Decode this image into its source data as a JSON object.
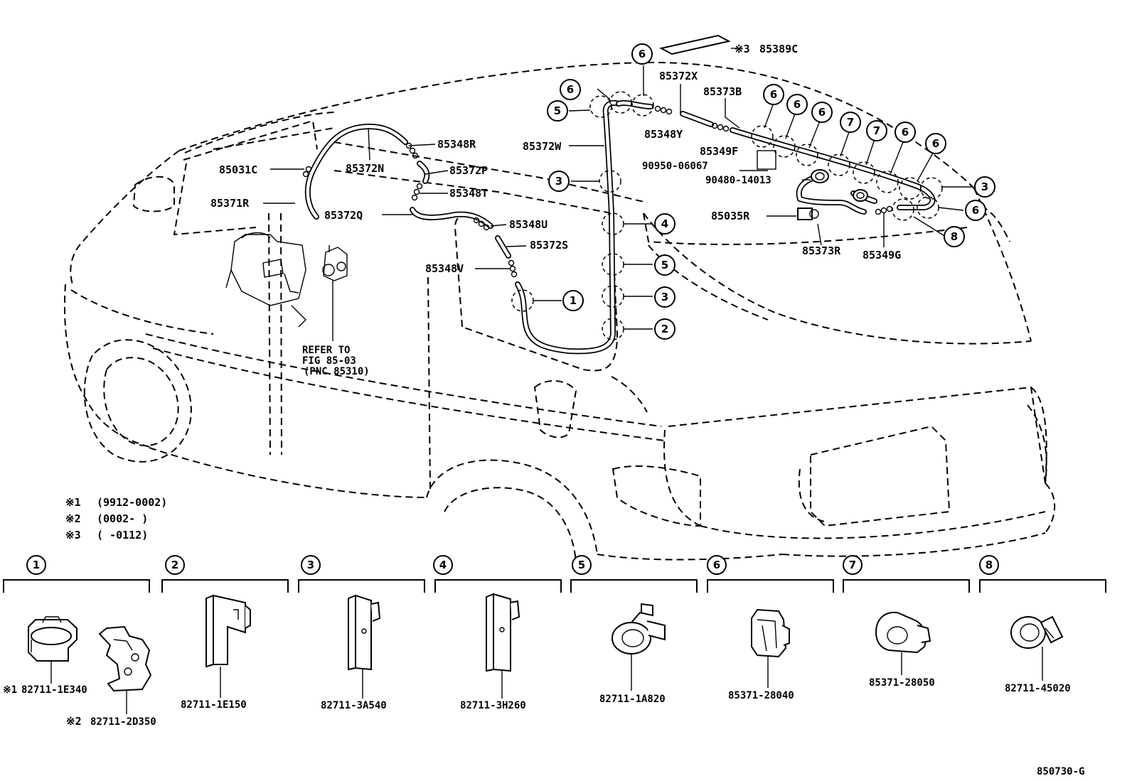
{
  "diagram": {
    "labels": {
      "p85389C": "85389C",
      "p85372X": "85372X",
      "p85373B": "85373B",
      "p85348R": "85348R",
      "p85372W": "85372W",
      "p85348Y": "85348Y",
      "p85349F": "85349F",
      "p85031C": "85031C",
      "p85372N": "85372N",
      "p85372P": "85372P",
      "p90950": "90950-06067",
      "p90480": "90480-14013",
      "p85371R": "85371R",
      "p85348T": "85348T",
      "p85372Q": "85372Q",
      "p85035R": "85035R",
      "p85348U": "85348U",
      "p85372S": "85372S",
      "p85348V": "85348V",
      "p85373R": "85373R",
      "p85349G": "85349G"
    },
    "refer": {
      "line1": "REFER TO",
      "line2": "FIG 85-03",
      "line3": "(PNC 85310)"
    },
    "note_mark_3": "※3",
    "notes": [
      {
        "mark": "※1",
        "text": "(9912-0002)"
      },
      {
        "mark": "※2",
        "text": "(0002-     )"
      },
      {
        "mark": "※3",
        "text": "(     -0112)"
      }
    ],
    "callouts": [
      "1",
      "2",
      "3",
      "4",
      "5",
      "6",
      "7",
      "8"
    ],
    "clip_parts": {
      "c1a": "82711-1E340",
      "c1a_mark": "※1",
      "c1b": "82711-2D350",
      "c1b_mark": "※2",
      "c2": "82711-1E150",
      "c3": "82711-3A540",
      "c4": "82711-3H260",
      "c5": "82711-1A820",
      "c6": "85371-28040",
      "c7": "85371-28050",
      "c8": "82711-45020"
    },
    "figure_code": "850730-G"
  }
}
